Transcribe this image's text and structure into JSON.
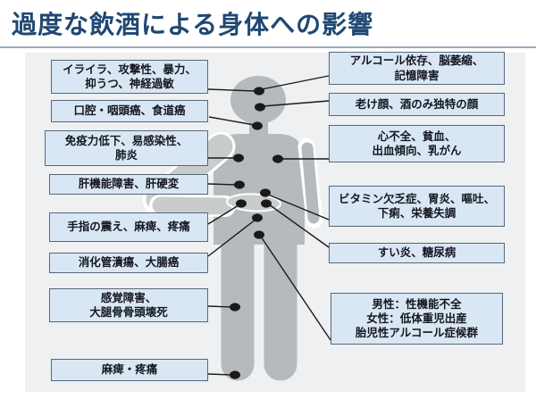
{
  "title": "過度な飲酒による身体への影響",
  "colors": {
    "title": "#1f4873",
    "rule": "#9aaaba",
    "canvas": "#eef0f1",
    "box-fill": "#d9e7f4",
    "box-border": "#55677c",
    "box-text": "#14161f",
    "body": "#b7babc",
    "arm": "#c9cccd",
    "line": "#1a1a1a"
  },
  "boxes": {
    "l1": {
      "label": "イライラ、攻撃性、暴力、\n抑うつ、神経過敏"
    },
    "l2": {
      "label": "口腔・咽頭癌、食道癌"
    },
    "l3": {
      "label": "免疫力低下、易感染性、\n肺炎"
    },
    "l4": {
      "label": "肝機能障害、肝硬変"
    },
    "l5": {
      "label": "手指の震え、麻痺、疼痛"
    },
    "l6": {
      "label": "消化管潰瘍、大腸癌"
    },
    "l7": {
      "label": "感覚障害、\n大腿骨骨頭壊死"
    },
    "l8": {
      "label": "麻痺・疼痛"
    },
    "r1": {
      "label": "アルコール依存、脳萎縮、\n記憶障害"
    },
    "r2": {
      "label": "老け顔、酒のみ独特の顔"
    },
    "r3": {
      "label": "心不全、貧血、\n出血傾向、乳がん"
    },
    "r4": {
      "label": "ビタミン欠乏症、胃炎、嘔吐、\n下痢、栄養失調"
    },
    "r5": {
      "label": "すい炎、糖尿病"
    },
    "r6": {
      "label": "男性：性機能不全\n女性：低体重児出産\n胎児性アルコール症候群"
    }
  }
}
